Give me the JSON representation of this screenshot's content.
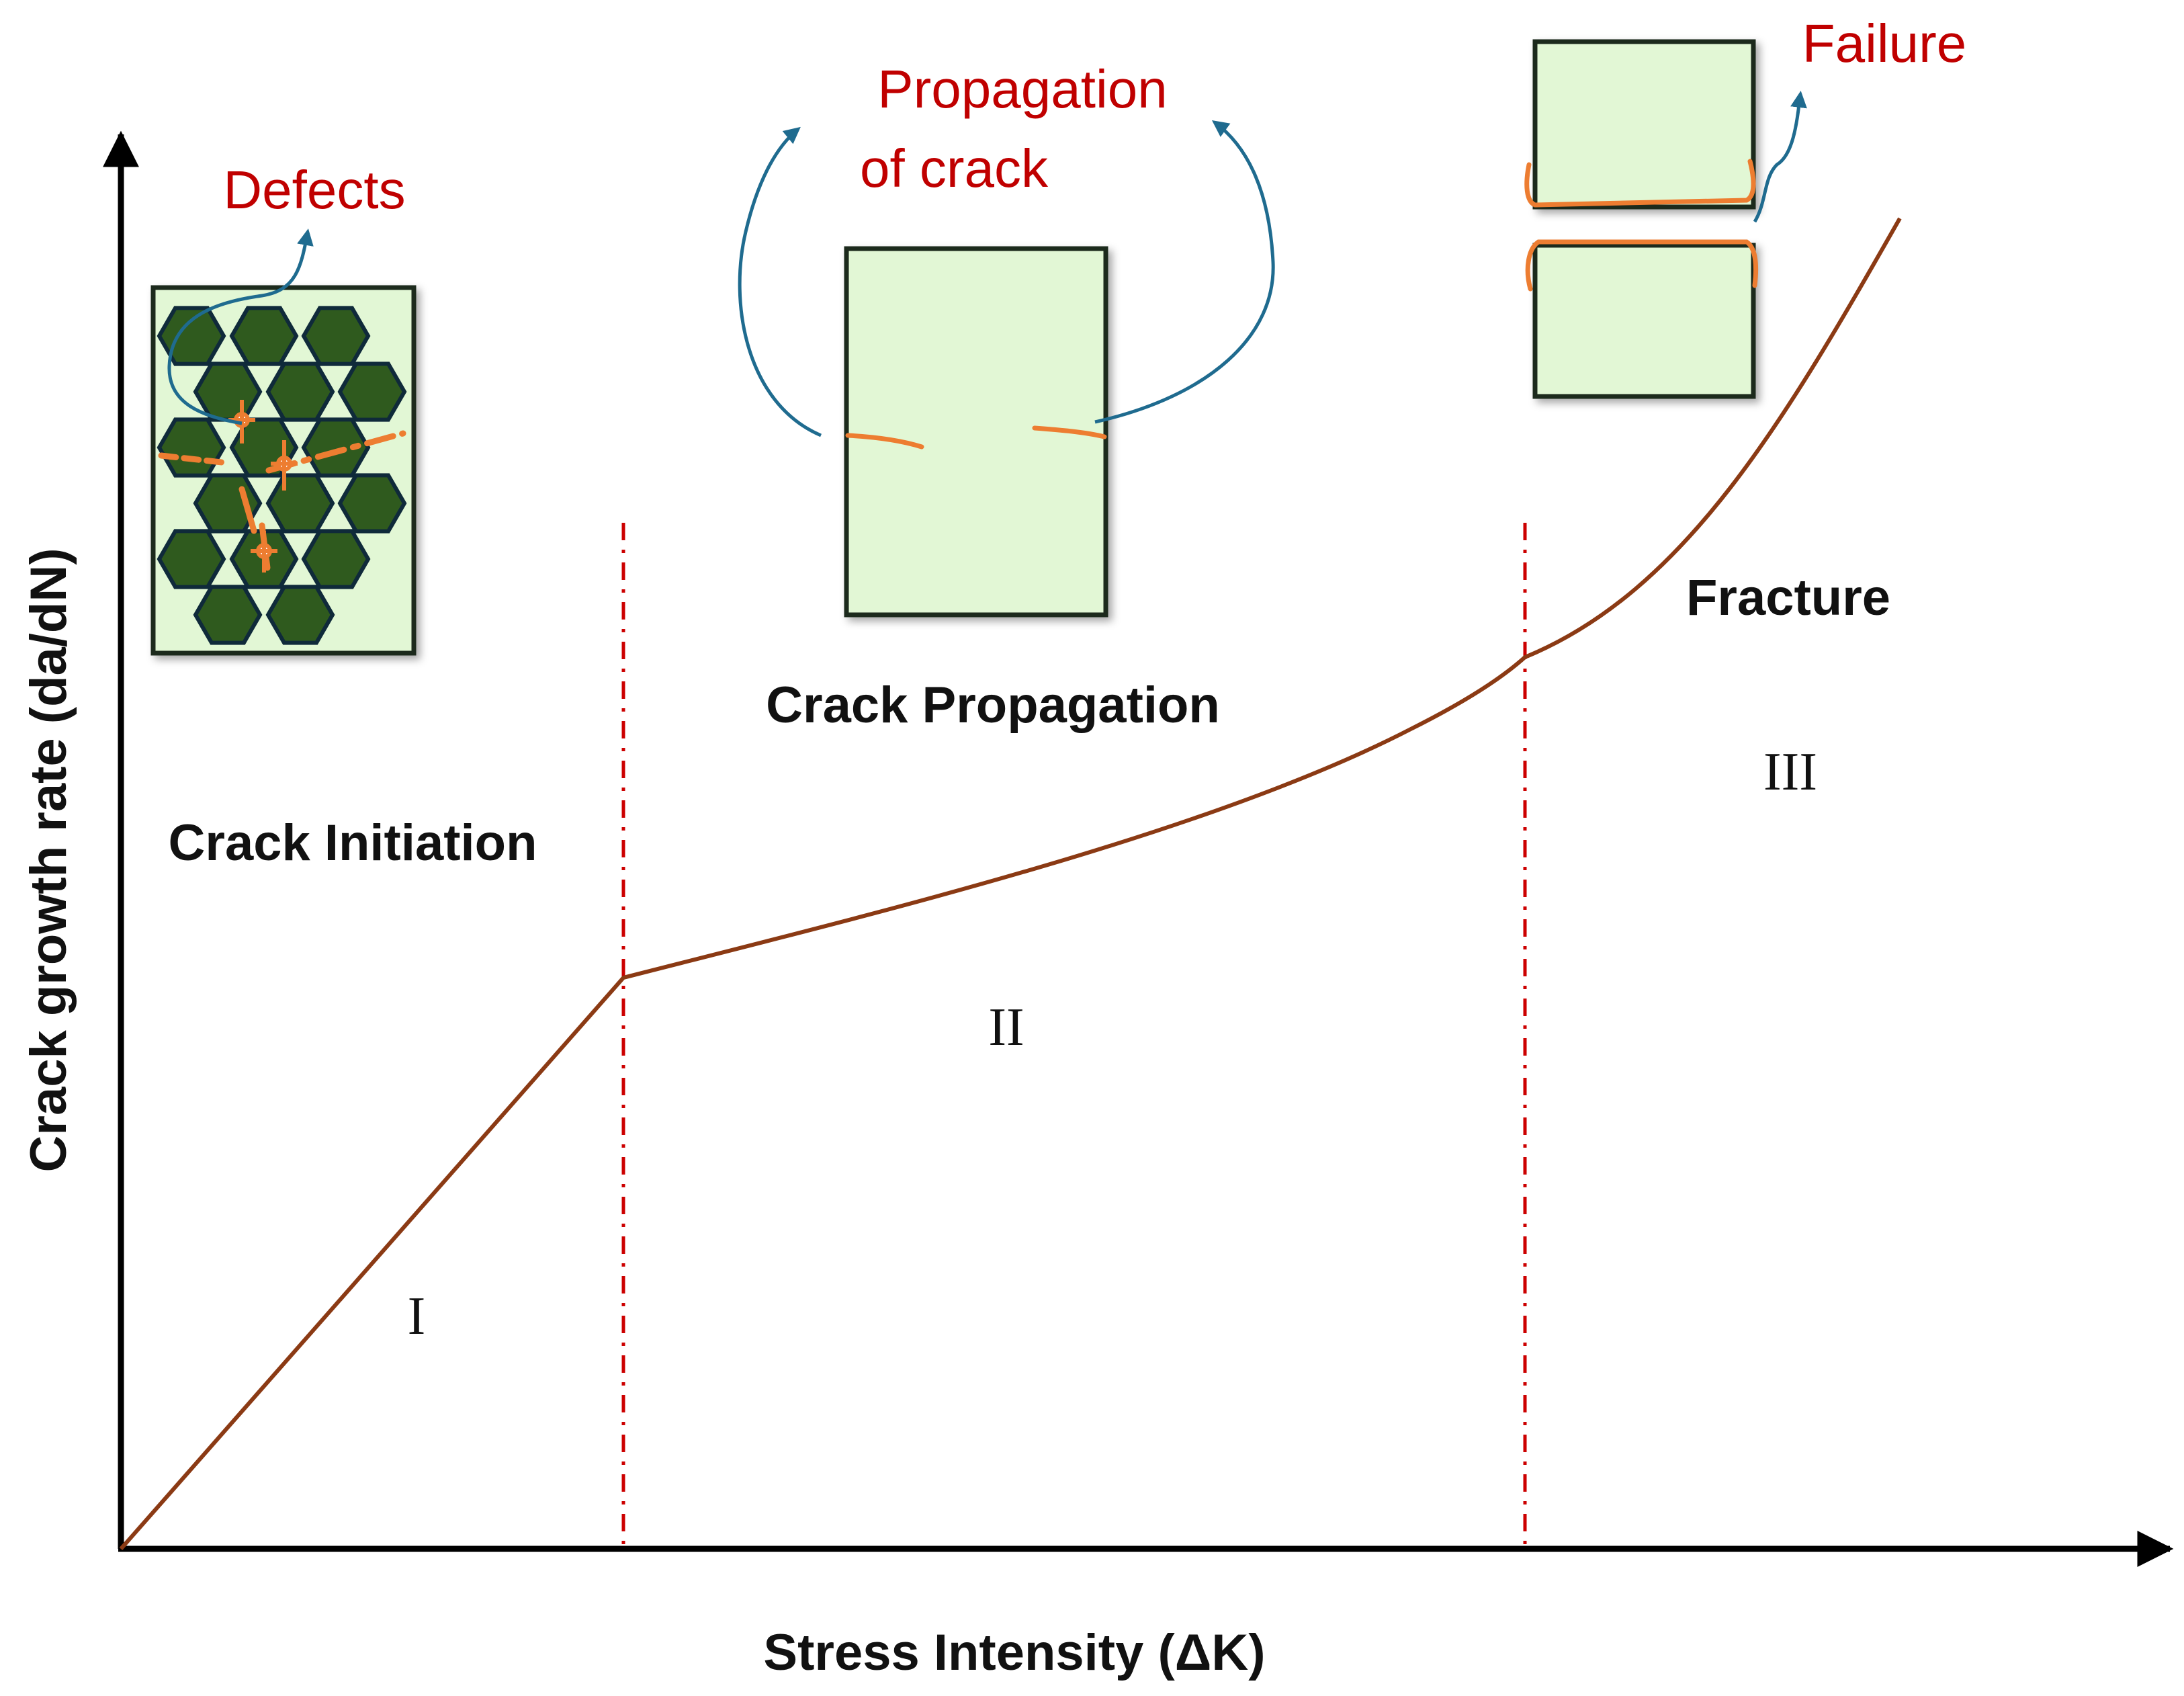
{
  "axes": {
    "xlabel": "Stress Intensity (ΔK)",
    "ylabel": "Crack growth rate (da/dN)"
  },
  "regions": [
    {
      "numeral": "I",
      "title": "Crack Initiation",
      "callout": "Defects"
    },
    {
      "numeral": "II",
      "title": "Crack Propagation",
      "callout_line1": "Propagation",
      "callout_line2": "of crack"
    },
    {
      "numeral": "III",
      "title": "Fracture",
      "callout": "Failure"
    }
  ],
  "colors": {
    "axis": "#000000",
    "curve": "#8B3A14",
    "boundary": "#CC0000",
    "callout_text": "#C00000",
    "callout_arrow": "#1F6B8F",
    "specimen_fill": "#E2F7D5",
    "grain_fill": "#2F5A1E",
    "crack": "#ED7D31"
  },
  "icons": [
    "defects-microstructure-icon",
    "propagating-crack-specimen-icon",
    "fractured-specimen-icon"
  ]
}
